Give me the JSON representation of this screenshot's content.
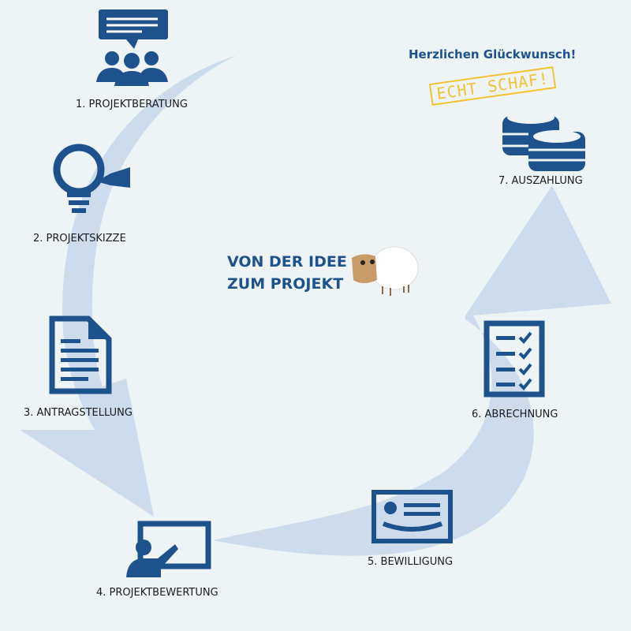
{
  "title": {
    "line1": "VON DER IDEE",
    "line2": "ZUM PROJEKT"
  },
  "congrats": "Herzlichen Glückwunsch!",
  "stamp": "ECHT SCHAF!",
  "steps": [
    {
      "label": "1. PROJEKTBERATUNG",
      "icon": "consultation-group-icon"
    },
    {
      "label": "2. PROJEKTSKIZZE",
      "icon": "lightbulb-icon"
    },
    {
      "label": "3. ANTRAGSTELLUNG",
      "icon": "document-icon"
    },
    {
      "label": "4. PROJEKTBEWERTUNG",
      "icon": "presentation-icon"
    },
    {
      "label": "5. BEWILLIGUNG",
      "icon": "certificate-icon"
    },
    {
      "label": "6. ABRECHNUNG",
      "icon": "checklist-icon"
    },
    {
      "label": "7. AUSZAHLUNG",
      "icon": "coins-icon"
    }
  ],
  "colors": {
    "primary": "#1d528c",
    "arrow": "#cddcec",
    "background": "#eef3f6",
    "stamp": "#f0c430"
  }
}
